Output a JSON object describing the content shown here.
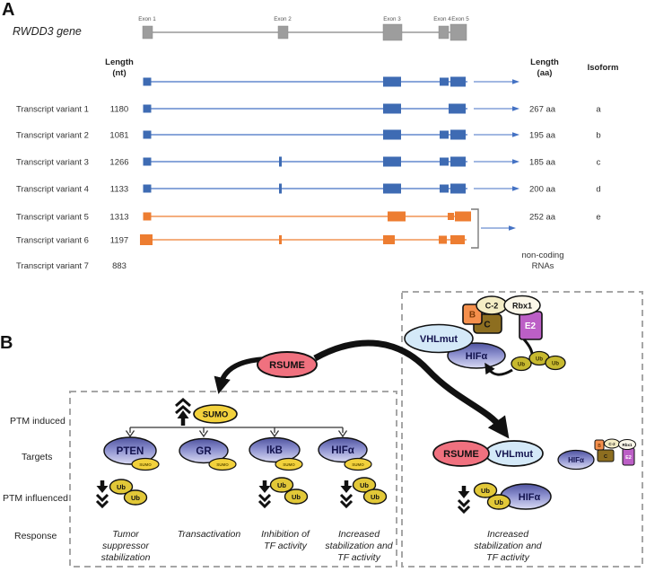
{
  "panel_a": {
    "label": "A",
    "gene_name": "RWDD3 gene",
    "exon_labels": [
      "Exon 1",
      "Exon 2",
      "Exon 3",
      "Exon 4",
      "Exon 5"
    ],
    "col_length_nt": [
      "Length",
      "(nt)"
    ],
    "col_length_aa": [
      "Length",
      "(aa)"
    ],
    "col_isoform": "Isoform",
    "rows": [
      {
        "label": "Transcript variant 1",
        "nt": "1180",
        "aa": "267 aa",
        "isoform": "a"
      },
      {
        "label": "Transcript variant 2",
        "nt": "1081",
        "aa": "195 aa",
        "isoform": "b"
      },
      {
        "label": "Transcript variant 3",
        "nt": "1266",
        "aa": "185 aa",
        "isoform": "c"
      },
      {
        "label": "Transcript variant 4",
        "nt": "1133",
        "aa": "200 aa",
        "isoform": "d"
      },
      {
        "label": "Transcript variant 5",
        "nt": "1313",
        "aa": "252 aa",
        "isoform": "e"
      },
      {
        "label": "Transcript variant 6",
        "nt": "1197"
      },
      {
        "label": "Transcript variant 7",
        "nt": "883"
      }
    ],
    "noncoding_lines": [
      "non-coding",
      "RNAs"
    ]
  },
  "panel_b": {
    "label": "B",
    "row_labels": [
      "PTM induced",
      "Targets",
      "PTM influenced",
      "Response"
    ],
    "nodes": {
      "rsume": "RSUME",
      "sumo": "SUMO",
      "pten": "PTEN",
      "gr": "GR",
      "ikb": "IkB",
      "hifa": "HIFα",
      "vhlmut": "VHLmut",
      "b": "B",
      "c2": "C-2",
      "rbx1": "Rbx1",
      "c": "C",
      "e2": "E2",
      "ub": "Ub"
    },
    "responses": {
      "pten": [
        "Tumor",
        "suppressor",
        "stabilization"
      ],
      "gr": [
        "Transactivation"
      ],
      "ikb": [
        "Inhibition of",
        "TF activity"
      ],
      "hifa": [
        "Increased",
        "stabilization and",
        "TF activity"
      ],
      "vhlmut_pathway": [
        "Increased",
        "stabilization and",
        "TF activity"
      ]
    },
    "colors": {
      "rsume_pink": "#f0717f",
      "sumo_yellow": "#f2d13c",
      "target_purple": "#5a5ea9",
      "vhl_blue": "#d4e9f8",
      "ub_gold": "#e2c838",
      "e2_magenta": "#bc5fc6",
      "c_brown": "#8d6e20",
      "b_orange": "#f5904d",
      "transcript_blue": "#3e6bb3",
      "transcript_orange": "#ed7d31"
    }
  }
}
